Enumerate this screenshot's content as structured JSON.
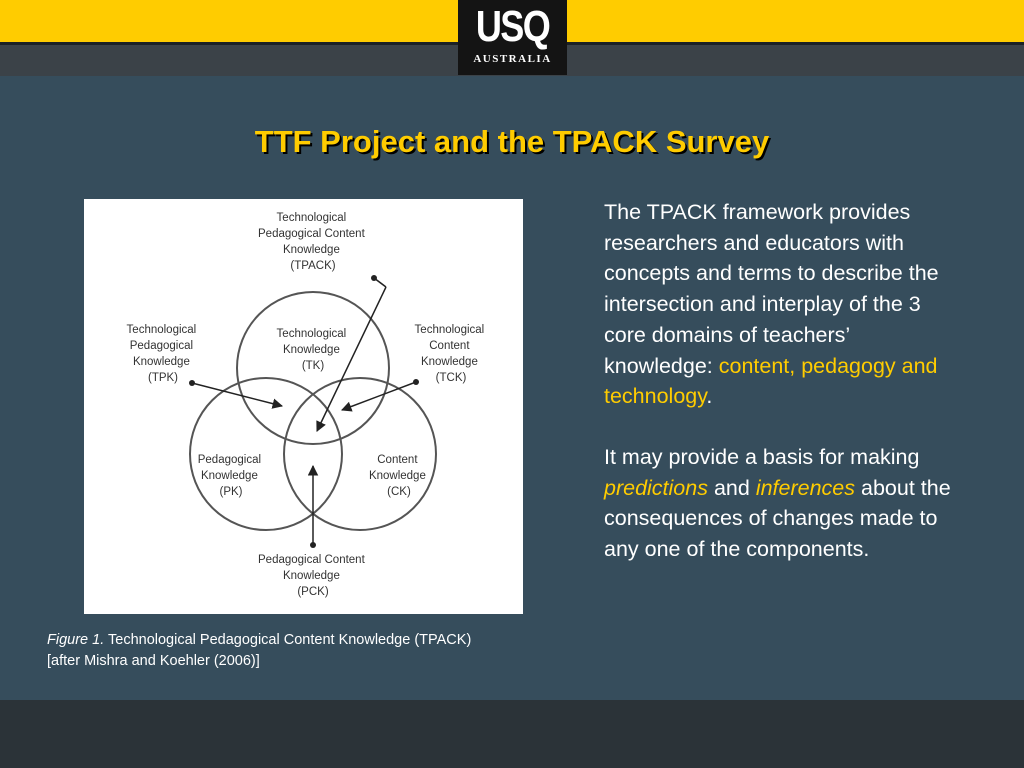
{
  "header": {
    "logo_text": "USQ",
    "logo_subtext": "AUSTRALIA"
  },
  "slide": {
    "title": "TTF Project and the TPACK Survey"
  },
  "figure": {
    "caption_label": "Figure 1.",
    "caption_text": "Technological Pedagogical Content Knowledge (TPACK)",
    "caption_source": "[after Mishra and Koehler (2006)]",
    "labels": {
      "tpack": [
        "Technological",
        "Pedagogical Content",
        "Knowledge",
        "(TPACK)"
      ],
      "tpk": [
        "Technological",
        "Pedagogical",
        "Knowledge",
        "(TPK)"
      ],
      "tck": [
        "Technological",
        "Content",
        "Knowledge",
        "(TCK)"
      ],
      "tk": [
        "Technological",
        "Knowledge",
        "(TK)"
      ],
      "pk": [
        "Pedagogical",
        "Knowledge",
        "(PK)"
      ],
      "ck": [
        "Content",
        "Knowledge",
        "(CK)"
      ],
      "pck": [
        "Pedagogical Content",
        "Knowledge",
        "(PCK)"
      ]
    }
  },
  "body": {
    "p1_text": "The TPACK framework provides researchers and educators with concepts and terms to describe the intersection and interplay of the 3 core domains of teachers’ knowledge: ",
    "p1_highlight": "content, pedagogy and technology",
    "p1_end": ".",
    "p2_start": "It may provide a basis for making ",
    "p2_em1": "predictions",
    "p2_mid": " and ",
    "p2_em2": "inferences",
    "p2_end": " about the consequences of changes made to any one of the components."
  },
  "colors": {
    "accent_yellow": "#ffcc00",
    "slide_bg": "#364d5c",
    "text": "#ffffff"
  }
}
